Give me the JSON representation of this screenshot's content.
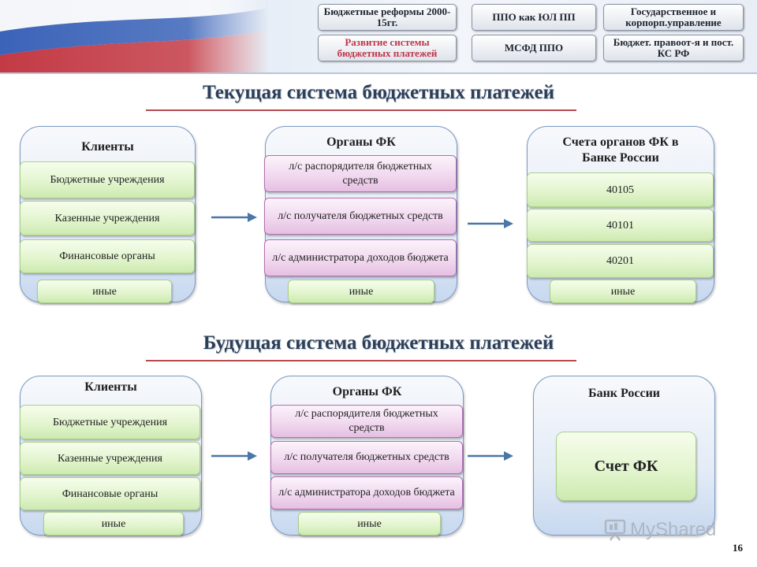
{
  "nav": {
    "btn1": "Бюджетные реформы 2000-15гг.",
    "btn2": "ППО как ЮЛ ПП",
    "btn3": "Государственное и корпорп.управление",
    "btn4": "Развитие системы бюджетных платежей",
    "btn5": "МСФД ППО",
    "btn6": "Бюджет. правоот-я и пост. КС РФ"
  },
  "current": {
    "title": "Текущая система бюджетных платежей",
    "clients": {
      "title": "Клиенты",
      "items": [
        "Бюджетные учреждения",
        "Казенные учреждения",
        "Финансовые органы"
      ],
      "other": "иные"
    },
    "fk": {
      "title": "Органы ФК",
      "items": [
        "л/с распорядителя бюджетных средств",
        "л/с получателя бюджетных средств",
        "л/с администратора доходов бюджета"
      ],
      "other": "иные"
    },
    "accounts": {
      "title": "Счета органов ФК в Банке России",
      "items": [
        "40105",
        "40101",
        "40201"
      ],
      "other": "иные"
    }
  },
  "future": {
    "title": "Будущая система бюджетных платежей",
    "clients": {
      "title": "Клиенты",
      "items": [
        "Бюджетные учреждения",
        "Казенные учреждения",
        "Финансовые органы"
      ],
      "other": "иные"
    },
    "fk": {
      "title": "Органы ФК",
      "items": [
        "л/с распорядителя бюджетных средств",
        "л/с получателя бюджетных средств",
        "л/с администратора доходов бюджета"
      ],
      "other": "иные"
    },
    "bank": {
      "title": "Банк России",
      "account": "Счет ФК"
    }
  },
  "colors": {
    "accent_rule": "#b74a4f",
    "arrow": "#4a76a8",
    "title_text": "#2c3f59"
  },
  "watermark": "MyShared",
  "page_number": "16"
}
